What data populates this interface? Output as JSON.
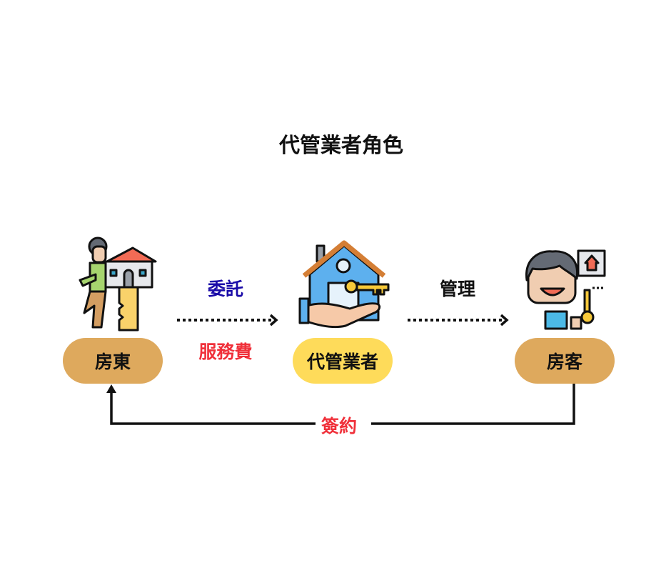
{
  "title": "代管業者角色",
  "nodes": {
    "landlord": "房東",
    "manager": "代管業者",
    "tenant": "房客"
  },
  "edges": {
    "entrust": "委託",
    "service_fee": "服務費",
    "manage": "管理",
    "contract": "簽約"
  },
  "colors": {
    "landlord_pill": "#DEA95D",
    "manager_pill": "#FEDB5A",
    "tenant_pill": "#DEA95D",
    "entrust_text": "#1A0BA8",
    "red_text": "#F0303A"
  }
}
